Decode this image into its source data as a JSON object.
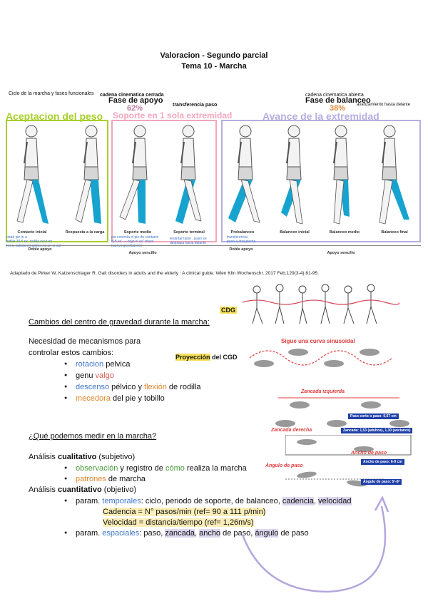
{
  "header": {
    "title_line1": "Valoracion - Segundo parcial",
    "title_line2": "Tema 10 - Marcha"
  },
  "gait_figure": {
    "top_left_label": "Ciclo de la marcha y fases funcionales",
    "cadena_cerrada": "cadena cinematica cerrada",
    "cadena_abierta": "cadena cinematica abierta",
    "fase_apoyo": "Fase de apoyo",
    "fase_apoyo_pct": "62%",
    "transferencia_paso": "transferencia paso",
    "fase_balanceo": "Fase de balanceo",
    "fase_balanceo_pct": "38%",
    "avance_note": "avanzamiento hasta delante",
    "group_aceptacion": "Aceptacion del peso",
    "group_soporte": "Soporte en 1 sola extremidad",
    "group_avance": "Avance de la extremidad",
    "columns": [
      "Contacto inicial",
      "Respuesta a la carga",
      "Soporte medio",
      "Soporte terminal",
      "Prebalanceo",
      "Balanceo inicial",
      "Balanceo medio",
      "Balanceo final"
    ],
    "note_contacto": "estab pie in a\nrodilla 30 fl ex. rodilla neut en\ntronc. subalc ex gotina ng an cr sul",
    "note_soporte": "pie controla el pie de contacto\nfij fl ex - + bajo el ac\" musc\n(apoyo gravitatorio)",
    "note_soporte_terminal": "levantar talon , paso se\ndesplaza hacia delante",
    "note_prebalanceo": "transferencia\npeso a otra pierna",
    "bottom_doble_apoyo_1": "Doble apoyo",
    "bottom_apoyo_sencillo_1": "Apoyo sencillo",
    "bottom_doble_apoyo_2": "Doble apoyo",
    "bottom_apoyo_sencillo_2": "Apoyo sencillo",
    "citation": "Adaptado de Pirker W, Katzenschlager R. Gait disorders in adults and the elderly : A clinical guide. Wien Klin Wochenschr. 2017 Feb;129(3-4):81-95."
  },
  "cdg_figure": {
    "cdg_label": "CDG",
    "sinusoidal": "Sigue una curva sinusoidal",
    "proyeccion": "Proyección",
    "proyeccion_rest": " del CGD"
  },
  "section1": {
    "heading": "Cambios del centro de gravedad durante la marcha:",
    "intro_line1": "Necesidad de mecanismos para",
    "intro_line2": "controlar estos cambios:",
    "b1_colored": "rotacion",
    "b1_rest": " pelvica",
    "b2_a": "genu ",
    "b2_colored": "valgo",
    "b3_colored1": "descenso",
    "b3_mid": " pélvico y ",
    "b3_colored2": "flexión",
    "b3_rest": " de rodilla",
    "b4_colored": "mecedora",
    "b4_rest": " del pie y tobillo"
  },
  "step_figure": {
    "zancada_izquierda": "Zancada izquierda",
    "paso_badge": "Paso corto o paso: 0,67 cm",
    "zancada_derecha": "Zancada derecha",
    "zancada_badge": "Zancada: 1,53 (adultos), 1,30 (ancianos)",
    "ancho_paso": "Ancho de paso",
    "ancho_badge": "Ancho de paso: 6-9 cm",
    "angulo_paso": "Ángulo de paso",
    "angulo_badge": "Ángulo de paso: 5º-8º"
  },
  "section2": {
    "heading": "¿Qué podemos medir en la marcha?",
    "cual_a": "Análisis ",
    "cual_b": "cualitativo",
    "cual_c": " (subjetivo)",
    "q1_colored": "observación",
    "q1_mid": " y registro de ",
    "q1_colored2": "cómo",
    "q1_rest": " realiza la marcha",
    "q2_colored": "patrones",
    "q2_rest": " de marcha",
    "cuant_a": "Análisis ",
    "cuant_b": "cuantitativo",
    "cuant_c": " (objetivo)",
    "p1_a": "param. ",
    "p1_colored": "temporales",
    "p1_b": ": ciclo, periodo de soporte, de balanceo, ",
    "p1_hl1": "cadencia",
    "p1_c": ", ",
    "p1_hl2": "velocidad",
    "cadencia_line": "Cadencia = N° pasos/min (ref= 90 a 111 p/min)",
    "velocidad_line": "Velocidad = distancia/tiempo (ref= 1,26m/s)",
    "p2_a": "param. ",
    "p2_colored": "espaciales",
    "p2_b": ": paso, ",
    "p2_hl1": "zancada",
    "p2_c": ", ",
    "p2_hl2": "ancho",
    "p2_d": " de paso, ",
    "p2_hl3": "ángulo",
    "p2_e": " de paso"
  },
  "colors": {
    "aceptacion": "#a8d02c",
    "soporte": "#f2a6bd",
    "avance": "#b7aee0",
    "leg": "#17a3cf",
    "arrow": "#b3a6dd"
  }
}
